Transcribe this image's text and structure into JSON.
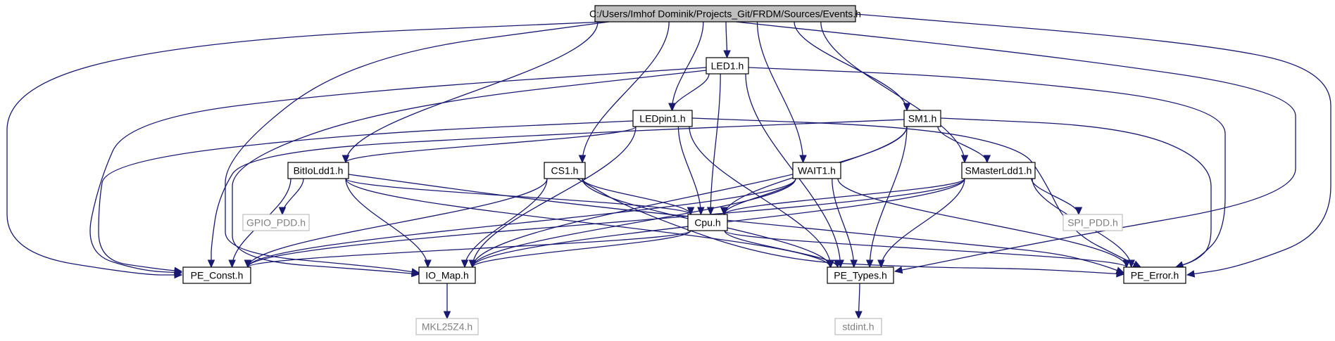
{
  "graph": {
    "nodes": [
      {
        "id": "events",
        "label": "C:/Users/Imhof Dominik/Projects_Git/FRDM/Sources/Events.h",
        "style": "root"
      },
      {
        "id": "led1",
        "label": "LED1.h",
        "style": "normal"
      },
      {
        "id": "ledpin1",
        "label": "LEDpin1.h",
        "style": "normal"
      },
      {
        "id": "sm1",
        "label": "SM1.h",
        "style": "normal"
      },
      {
        "id": "bitioldd1",
        "label": "BitIoLdd1.h",
        "style": "normal"
      },
      {
        "id": "cs1",
        "label": "CS1.h",
        "style": "normal"
      },
      {
        "id": "wait1",
        "label": "WAIT1.h",
        "style": "normal"
      },
      {
        "id": "smasterldd1",
        "label": "SMasterLdd1.h",
        "style": "normal"
      },
      {
        "id": "gpio_pdd",
        "label": "GPIO_PDD.h",
        "style": "external"
      },
      {
        "id": "cpu",
        "label": "Cpu.h",
        "style": "normal"
      },
      {
        "id": "spi_pdd",
        "label": "SPI_PDD.h",
        "style": "external"
      },
      {
        "id": "pe_const",
        "label": "PE_Const.h",
        "style": "normal"
      },
      {
        "id": "io_map",
        "label": "IO_Map.h",
        "style": "normal"
      },
      {
        "id": "pe_types",
        "label": "PE_Types.h",
        "style": "normal"
      },
      {
        "id": "pe_error",
        "label": "PE_Error.h",
        "style": "normal"
      },
      {
        "id": "mkl25z4",
        "label": "MKL25Z4.h",
        "style": "external"
      },
      {
        "id": "stdint",
        "label": "stdint.h",
        "style": "external"
      }
    ],
    "edges": [
      [
        "events",
        "led1"
      ],
      [
        "events",
        "ledpin1"
      ],
      [
        "events",
        "sm1"
      ],
      [
        "events",
        "bitioldd1"
      ],
      [
        "events",
        "cs1"
      ],
      [
        "events",
        "wait1"
      ],
      [
        "events",
        "smasterldd1"
      ],
      [
        "events",
        "pe_const"
      ],
      [
        "events",
        "io_map"
      ],
      [
        "events",
        "pe_types"
      ],
      [
        "events",
        "pe_error"
      ],
      [
        "led1",
        "ledpin1"
      ],
      [
        "led1",
        "cpu"
      ],
      [
        "led1",
        "pe_types"
      ],
      [
        "led1",
        "pe_error"
      ],
      [
        "led1",
        "io_map"
      ],
      [
        "led1",
        "pe_const"
      ],
      [
        "ledpin1",
        "bitioldd1"
      ],
      [
        "ledpin1",
        "cpu"
      ],
      [
        "ledpin1",
        "io_map"
      ],
      [
        "ledpin1",
        "pe_types"
      ],
      [
        "ledpin1",
        "pe_error"
      ],
      [
        "ledpin1",
        "pe_const"
      ],
      [
        "sm1",
        "smasterldd1"
      ],
      [
        "sm1",
        "cpu"
      ],
      [
        "sm1",
        "pe_types"
      ],
      [
        "sm1",
        "pe_error"
      ],
      [
        "sm1",
        "io_map"
      ],
      [
        "sm1",
        "pe_const"
      ],
      [
        "bitioldd1",
        "gpio_pdd"
      ],
      [
        "bitioldd1",
        "pe_const"
      ],
      [
        "bitioldd1",
        "io_map"
      ],
      [
        "bitioldd1",
        "cpu"
      ],
      [
        "bitioldd1",
        "pe_types"
      ],
      [
        "bitioldd1",
        "pe_error"
      ],
      [
        "cs1",
        "cpu"
      ],
      [
        "cs1",
        "pe_const"
      ],
      [
        "cs1",
        "io_map"
      ],
      [
        "cs1",
        "pe_types"
      ],
      [
        "cs1",
        "pe_error"
      ],
      [
        "wait1",
        "cpu"
      ],
      [
        "wait1",
        "pe_const"
      ],
      [
        "wait1",
        "io_map"
      ],
      [
        "wait1",
        "pe_types"
      ],
      [
        "wait1",
        "pe_error"
      ],
      [
        "smasterldd1",
        "spi_pdd"
      ],
      [
        "smasterldd1",
        "cpu"
      ],
      [
        "smasterldd1",
        "pe_const"
      ],
      [
        "smasterldd1",
        "io_map"
      ],
      [
        "smasterldd1",
        "pe_types"
      ],
      [
        "smasterldd1",
        "pe_error"
      ],
      [
        "cpu",
        "pe_const"
      ],
      [
        "cpu",
        "io_map"
      ],
      [
        "cpu",
        "pe_types"
      ],
      [
        "cpu",
        "pe_error"
      ],
      [
        "io_map",
        "mkl25z4"
      ],
      [
        "pe_types",
        "stdint"
      ]
    ]
  },
  "colors": {
    "edge": "#191970",
    "root_fill": "#bfbfbf",
    "node_fill": "#ffffff",
    "node_border": "#000000",
    "external_border": "#bfbfbf",
    "text": "#000000",
    "external_text": "#808080"
  }
}
